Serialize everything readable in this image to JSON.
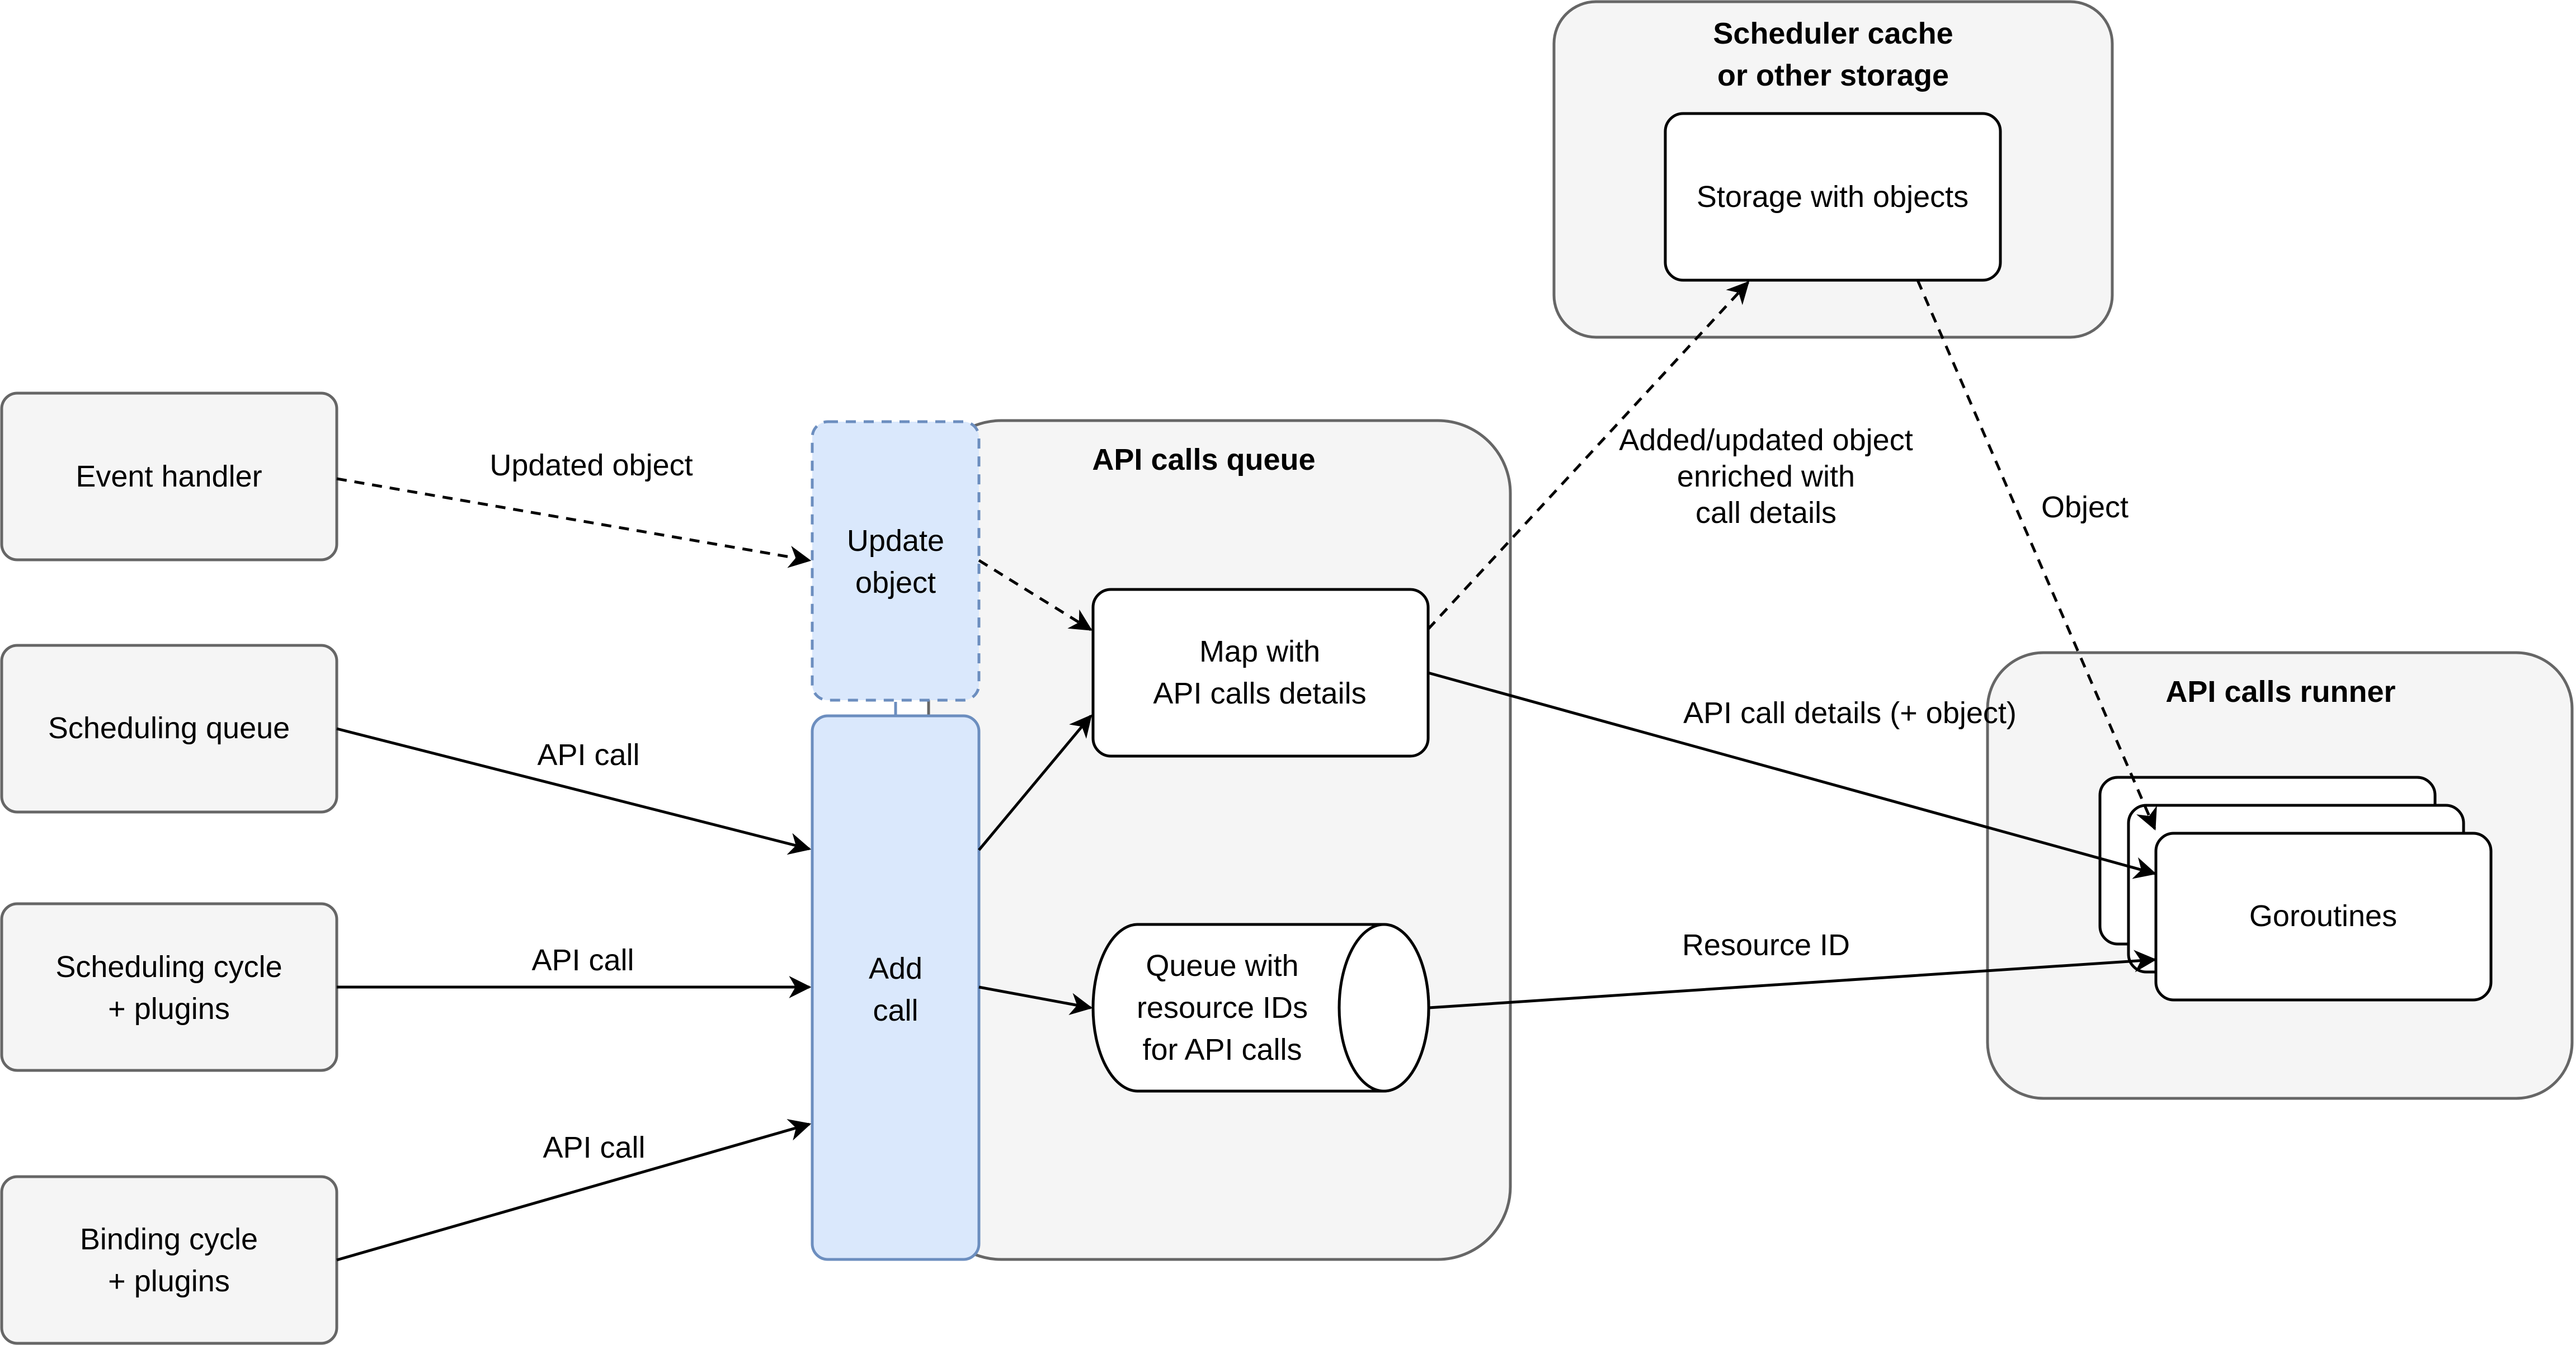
{
  "sources": {
    "event_handler": "Event handler",
    "scheduling_queue": "Scheduling queue",
    "scheduling_cycle": [
      "Scheduling cycle",
      "+ plugins"
    ],
    "binding_cycle": [
      "Binding cycle",
      "+ plugins"
    ]
  },
  "api_calls_queue": {
    "title": "API calls queue",
    "update_object": [
      "Update",
      "object"
    ],
    "add_call": [
      "Add",
      "call"
    ],
    "map": [
      "Map with",
      "API calls details"
    ],
    "queue": [
      "Queue with",
      "resource IDs",
      "for API calls"
    ]
  },
  "scheduler_cache": {
    "title": [
      "Scheduler cache",
      "or other storage"
    ],
    "storage": "Storage with objects"
  },
  "api_calls_runner": {
    "title": "API calls runner",
    "goroutines": "Goroutines"
  },
  "edges": {
    "updated_object": "Updated object",
    "api_call_1": "API call",
    "api_call_2": "API call",
    "api_call_3": "API call",
    "added_updated": [
      "Added/updated object",
      "enriched with",
      "call details"
    ],
    "object": "Object",
    "api_call_details": "API call details (+ object)",
    "resource_id": "Resource ID"
  },
  "colors": {
    "container_fill": "#f5f5f5",
    "container_stroke": "#666666",
    "blue_fill": "#dae8fc",
    "blue_stroke": "#6c8ebf"
  }
}
